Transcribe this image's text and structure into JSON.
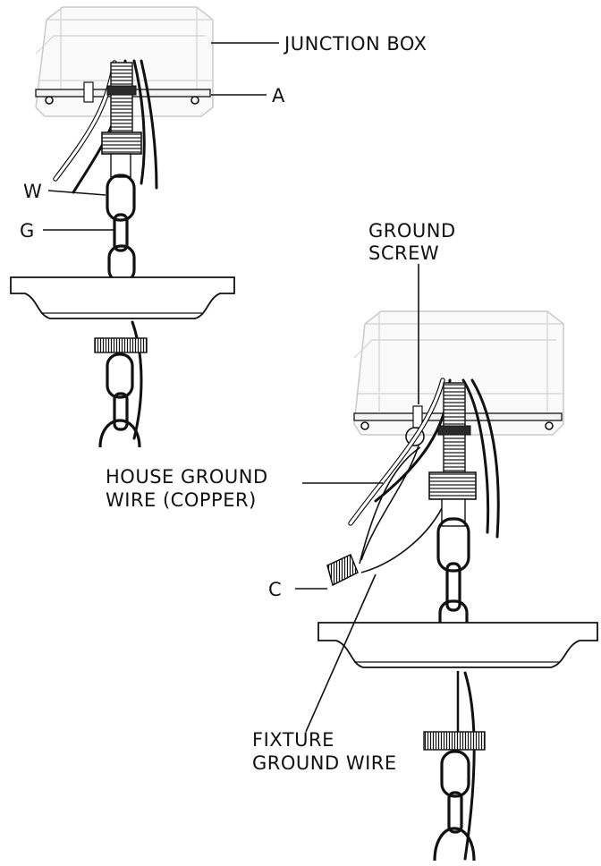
{
  "labels": {
    "junction_box": "JUNCTION BOX",
    "a": "A",
    "w": "W",
    "g": "G",
    "ground_screw_line1": "GROUND",
    "ground_screw_line2": "SCREW",
    "house_ground_line1": "HOUSE GROUND",
    "house_ground_line2": "WIRE (COPPER)",
    "c": "C",
    "fixture_ground_line1": "FIXTURE",
    "fixture_ground_line2": "GROUND WIRE"
  }
}
